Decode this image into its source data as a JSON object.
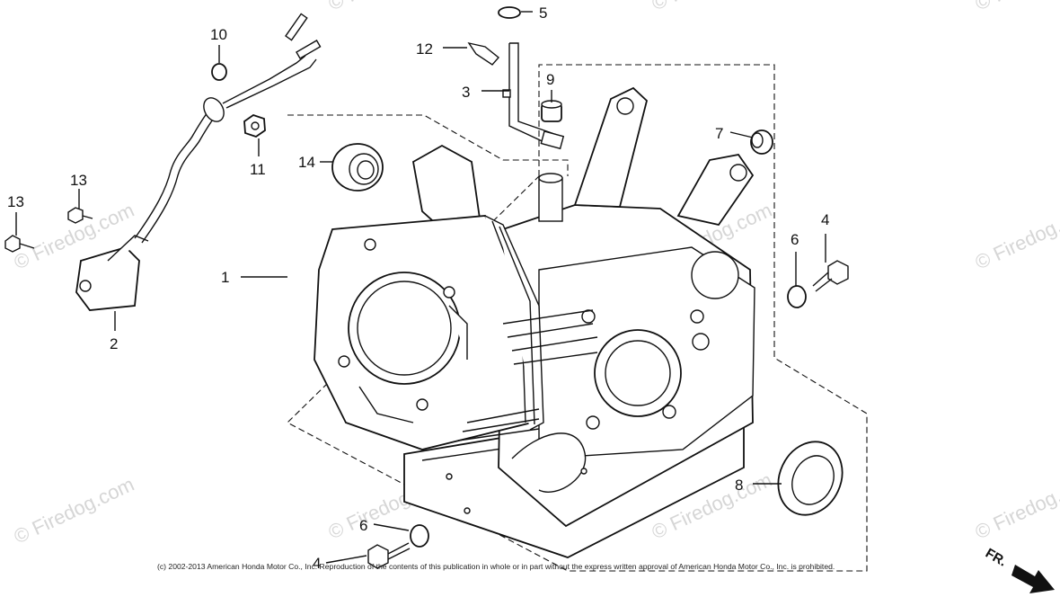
{
  "callouts": {
    "c1": "1",
    "c2": "2",
    "c3": "3",
    "c4a": "4",
    "c4b": "4",
    "c5": "5",
    "c6a": "6",
    "c6b": "6",
    "c7": "7",
    "c8": "8",
    "c9": "9",
    "c10": "10",
    "c11": "11",
    "c12": "12",
    "c13a": "13",
    "c13b": "13",
    "c14": "14"
  },
  "watermark": "© Firedog.com",
  "copyright": "(c) 2002-2013 American Honda Motor Co., Inc. Reproduction of the contents of this publication in whole or in part without the express written approval of American Honda Motor Co., Inc. is prohibited.",
  "direction_label": "FR."
}
